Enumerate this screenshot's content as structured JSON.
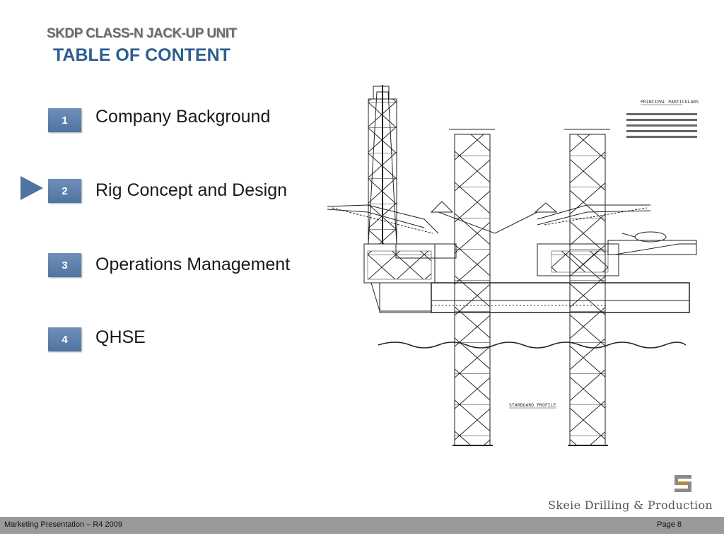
{
  "header": {
    "subtitle": "SKDP CLASS-N JACK-UP UNIT",
    "title": "TABLE OF CONTENT"
  },
  "toc": {
    "items": [
      {
        "number": "1",
        "label": "Company Background"
      },
      {
        "number": "2",
        "label": "Rig Concept and Design"
      },
      {
        "number": "3",
        "label": "Operations Management"
      },
      {
        "number": "4",
        "label": "QHSE"
      }
    ],
    "current_item": "2"
  },
  "drawing": {
    "particulars_title": "PRINCIPAL PARTICULARS",
    "view_label": "STARBOARD PROFILE"
  },
  "branding": {
    "company_name": "Skeie Drilling & Production",
    "accent_color": "#4f74a2"
  },
  "footer": {
    "left": "Marketing Presentation – R4 2009",
    "right": "Page 8"
  }
}
